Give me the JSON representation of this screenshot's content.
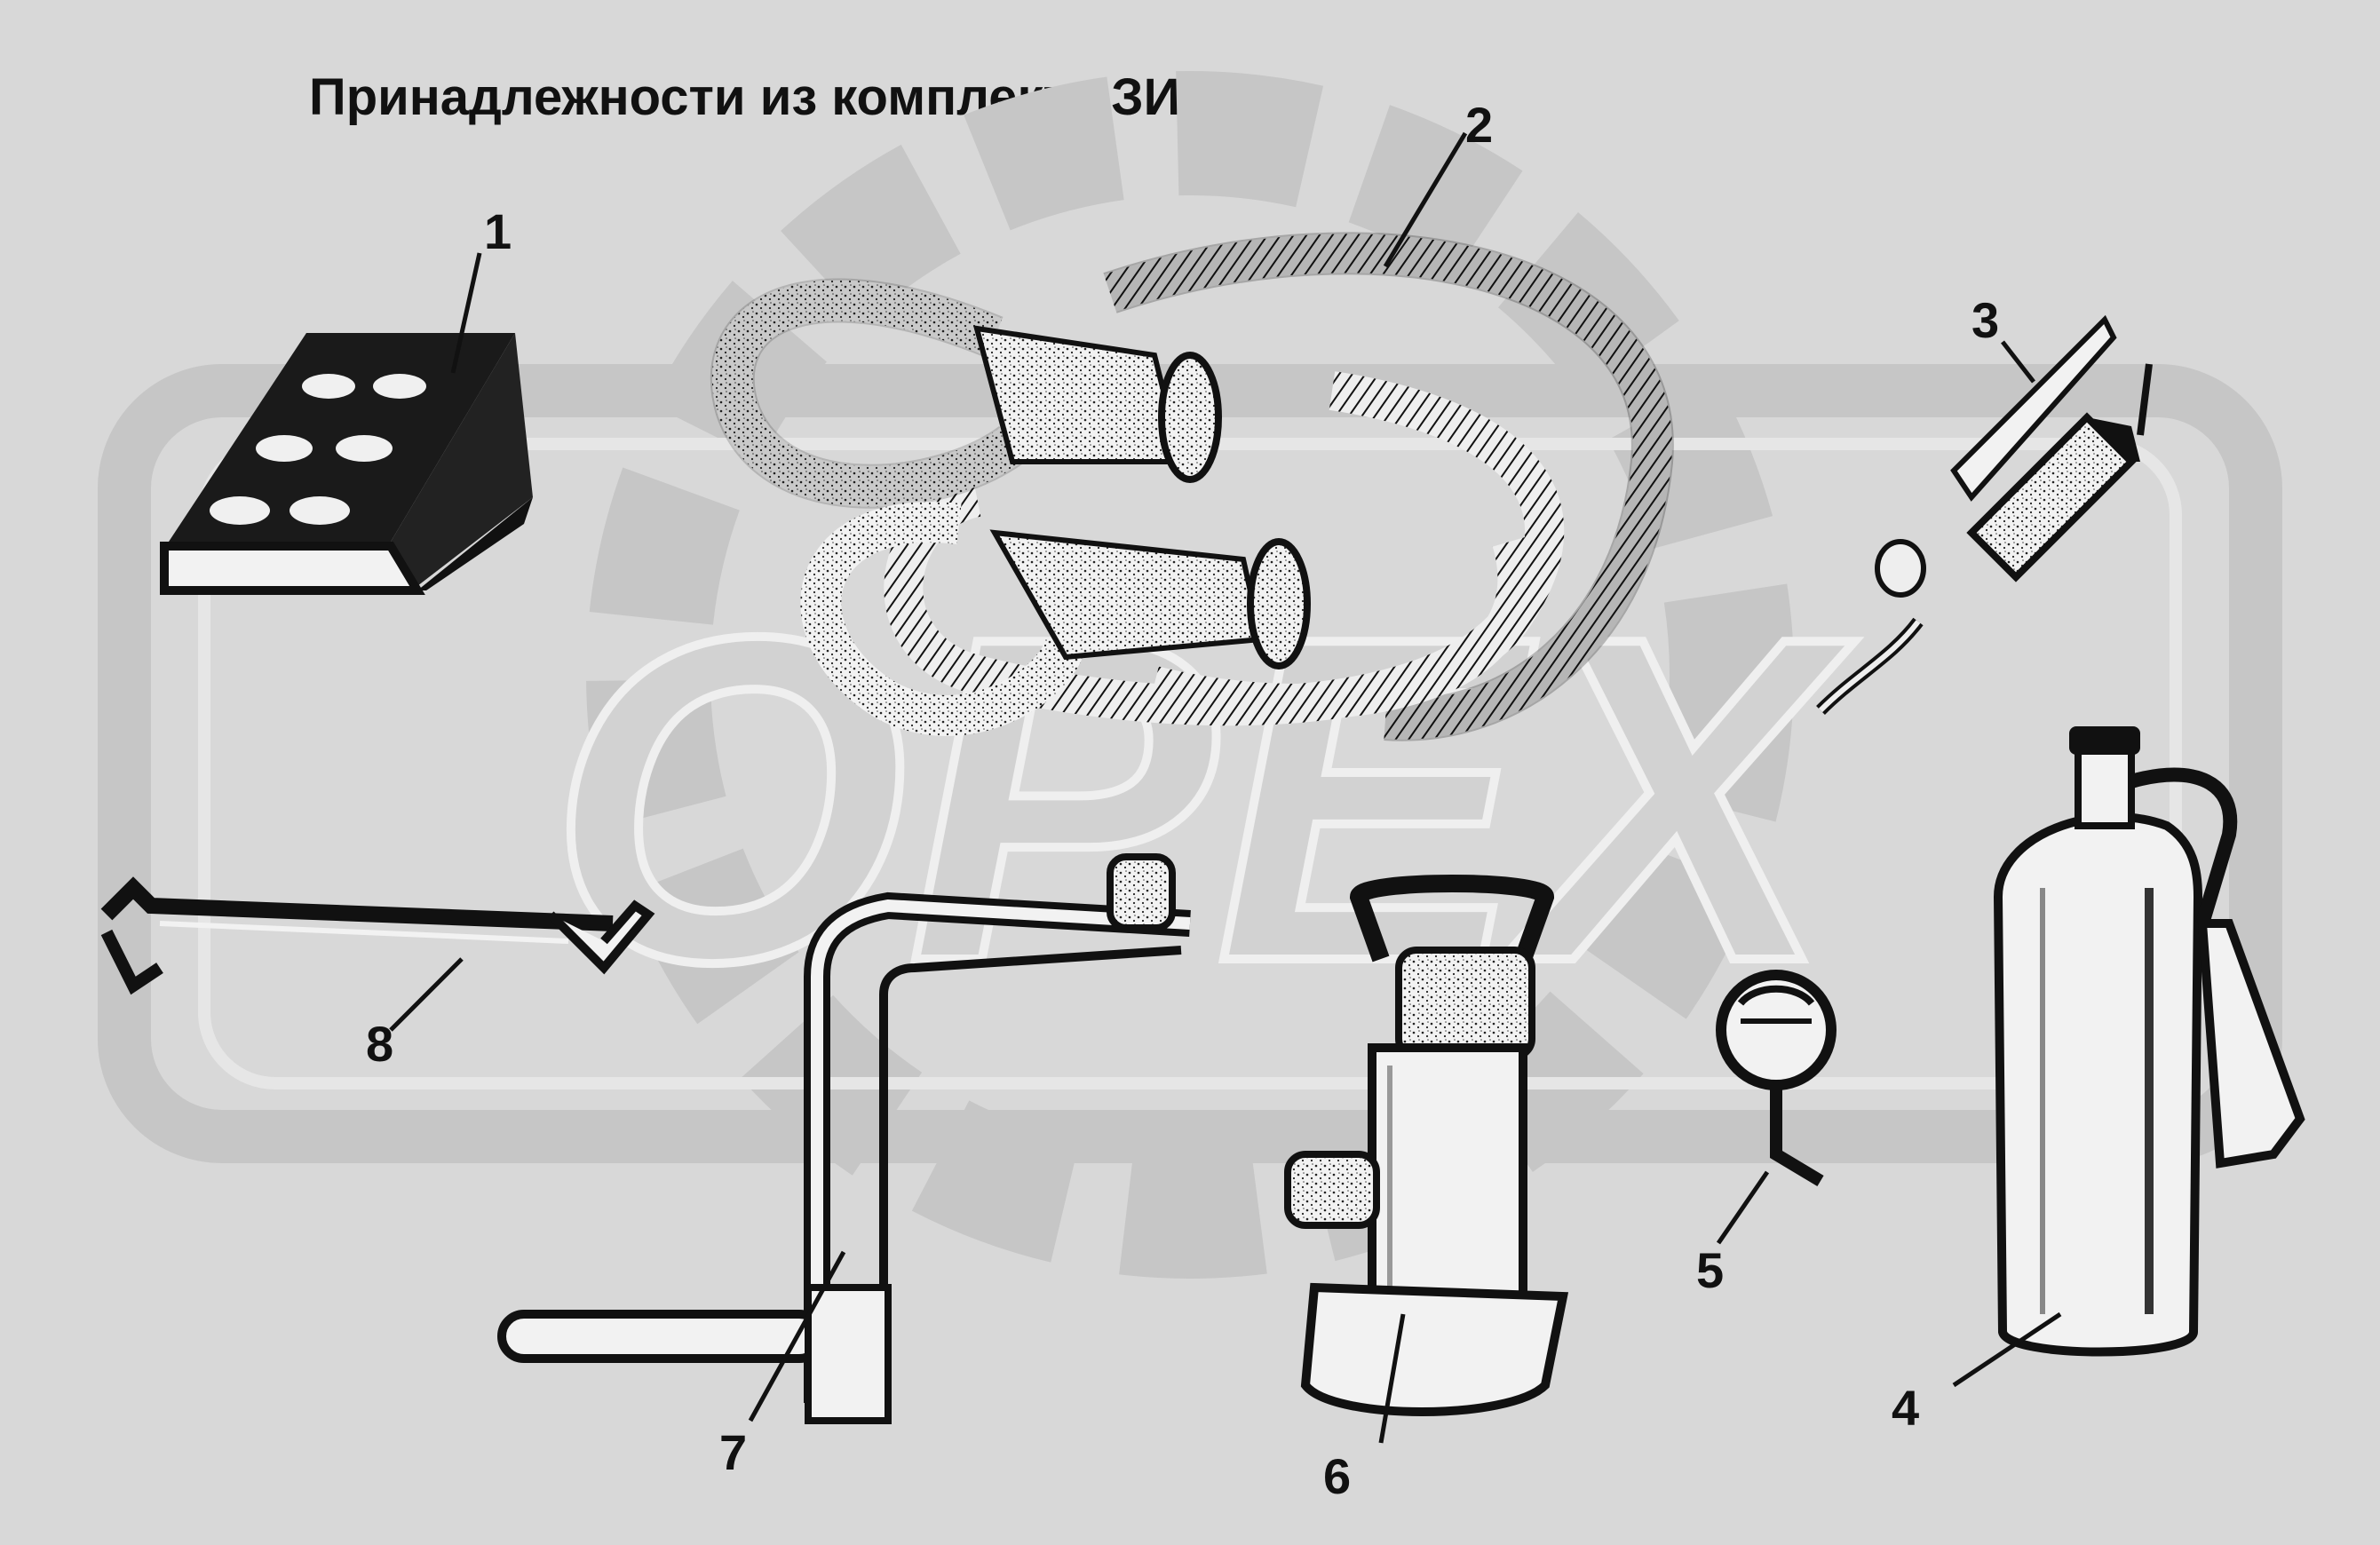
{
  "title": "Принадлежности из комплекта ЗИ",
  "watermark": "OPEX",
  "callouts": {
    "c1": "1",
    "c2": "2",
    "c3": "3",
    "c4": "4",
    "c5": "5",
    "c6": "6",
    "c7": "7",
    "c8": "8"
  },
  "colors": {
    "background": "#d8d8d8",
    "watermark": "#c4c4c4",
    "ink": "#111111",
    "paper": "#f2f2f2"
  }
}
